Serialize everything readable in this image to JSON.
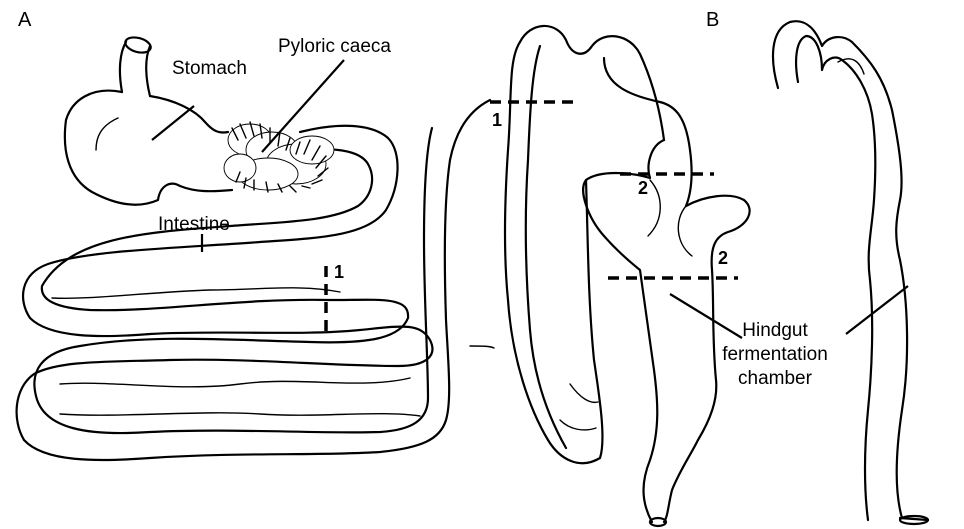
{
  "panels": {
    "a": "A",
    "b": "B"
  },
  "labels": {
    "stomach": "Stomach",
    "pyloric_caeca": "Pyloric caeca",
    "intestine": "Intestine",
    "hindgut_line1": "Hindgut",
    "hindgut_line2": "fermentation",
    "hindgut_line3": "chamber"
  },
  "sections": {
    "cut1_intestine": "1",
    "cut1_upper": "1",
    "cut2_upper": "2",
    "cut2_side": "2"
  }
}
